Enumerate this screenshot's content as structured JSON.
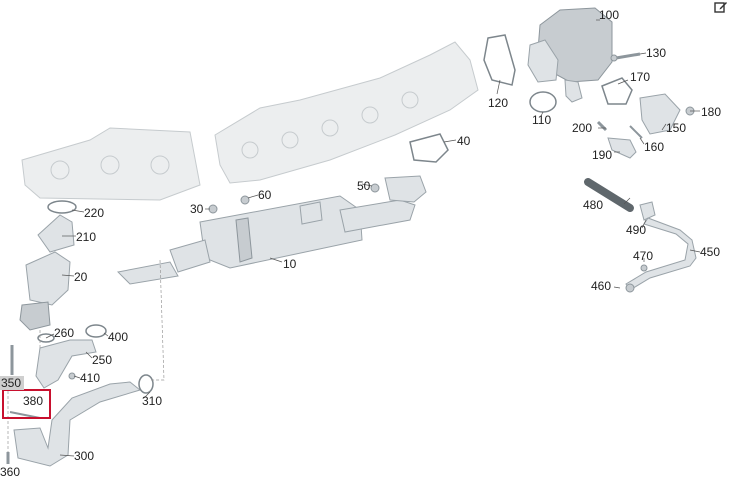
{
  "labels": {
    "p10": "10",
    "p20": "20",
    "p30": "30",
    "p40": "40",
    "p50": "50",
    "p60": "60",
    "p100": "100",
    "p110": "110",
    "p120": "120",
    "p130": "130",
    "p150": "150",
    "p160": "160",
    "p170": "170",
    "p180": "180",
    "p190": "190",
    "p200": "200",
    "p210": "210",
    "p220": "220",
    "p250": "250",
    "p260": "260",
    "p300": "300",
    "p310": "310",
    "p350": "350",
    "p360": "360",
    "p380": "380",
    "p400": "400",
    "p410": "410",
    "p450": "450",
    "p460": "460",
    "p470": "470",
    "p480": "480",
    "p490": "490"
  },
  "highlight": {
    "part": "380",
    "color": "#c8102e"
  },
  "colors": {
    "part_fill": "#dfe3e6",
    "highlight_box": "#c8102e"
  },
  "icons": {
    "top_right": "edit-icon"
  }
}
